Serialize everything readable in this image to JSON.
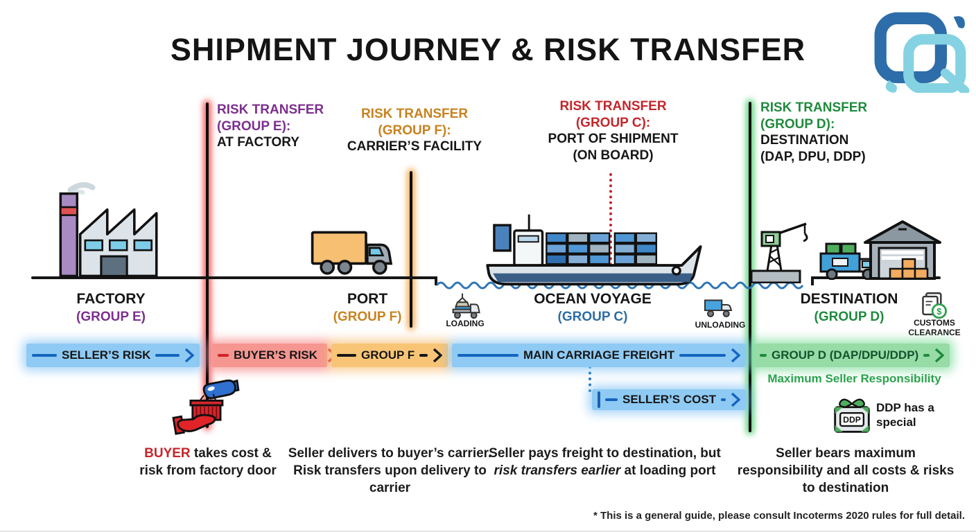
{
  "title": "SHIPMENT JOURNEY & RISK TRANSFER",
  "logo": {
    "name": "CQ logo"
  },
  "colors": {
    "purple": "#7b2f8e",
    "orange": "#c8821f",
    "red": "#c4262c",
    "green": "#1f8a3d",
    "blue": "#2e6da4",
    "bar_blue": "#8ecaf3",
    "bar_red": "#f59691",
    "bar_orange": "#f8c577",
    "bar_green": "#97dba6",
    "max_resp_green": "#2aa34c"
  },
  "risk_markers": [
    {
      "line1": "RISK TRANSFER",
      "line2": "(GROUP E):",
      "line3": "AT FACTORY"
    },
    {
      "line1": "RISK TRANSFER",
      "line2": "(GROUP F):",
      "line3": "CARRIER’S FACILITY"
    },
    {
      "line1": "RISK TRANSFER",
      "line2": "(GROUP C):",
      "line3": "PORT OF SHIPMENT",
      "line4": "(ON BOARD)"
    },
    {
      "line1": "RISK TRANSFER",
      "line2": "(GROUP D):",
      "line3": "DESTINATION",
      "line4": "(DAP, DPU, DDP)"
    }
  ],
  "stages": [
    {
      "name": "FACTORY",
      "group": "(GROUP E)"
    },
    {
      "name": "PORT",
      "group": "(GROUP F)"
    },
    {
      "name": "OCEAN VOYAGE",
      "group": "(GROUP C)"
    },
    {
      "name": "DESTINATION",
      "group": "(GROUP D)"
    }
  ],
  "small_labels": {
    "loading": "LOADING",
    "unloading": "UNLOADING",
    "customs_line1": "CUSTOMS",
    "customs_line2": "CLEARANCE",
    "dollar": "$"
  },
  "bars": [
    {
      "label": "SELLER’S RISK"
    },
    {
      "label": "BUYER’S RISK"
    },
    {
      "label": "GROUP F"
    },
    {
      "label": "MAIN CARRIAGE FREIGHT"
    },
    {
      "label": "GROUP D (DAP/DPU/DDP)"
    },
    {
      "label": "SELLER’S COST"
    }
  ],
  "annotations": {
    "max_seller": "Maximum Seller Responsibility",
    "ddp_badge": "DDP",
    "ddp_note": "DDP has a special"
  },
  "notes": [
    {
      "lead": "BUYER",
      "rest": " takes cost & risk from factory door"
    },
    {
      "text": "Seller delivers to buyer’s carrier. Risk transfers upon delivery to carrier"
    },
    {
      "pre": "Seller pays freight to destination, but ",
      "em": "risk transfers earlier",
      "post": " at loading port"
    },
    {
      "text": "Seller bears maximum responsibility and all costs & risks to destination"
    }
  ],
  "footnote": "* This is a general guide, please consult Incoterms 2020 rules for full detail.",
  "icons": [
    "cq-logo",
    "factory-icon",
    "truck-icon",
    "ship-icon",
    "loading-truck-icon",
    "unloading-truck-icon",
    "crane-icon",
    "delivery-truck-icon",
    "warehouse-icon",
    "customs-clearance-icon",
    "handoff-icon",
    "ddp-money-icon"
  ]
}
